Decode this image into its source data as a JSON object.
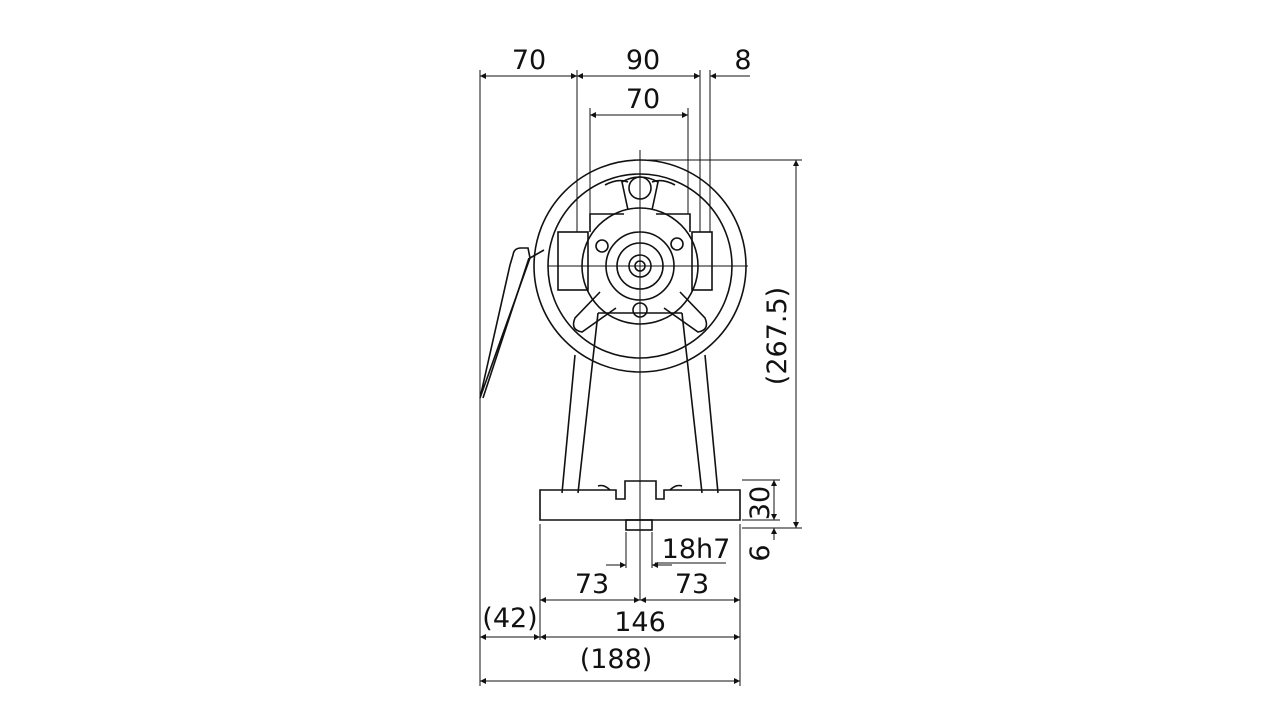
{
  "dimensions": {
    "top_left_width": "70",
    "top_center_width": "90",
    "top_right_gap": "8",
    "inner_width": "70",
    "overall_height": "(267.5)",
    "base_height": "30",
    "slot_depth": "6",
    "slot_tolerance": "18h7",
    "half_left": "73",
    "half_right": "73",
    "base_width": "146",
    "handle_offset": "(42)",
    "overall_width": "(188)"
  }
}
